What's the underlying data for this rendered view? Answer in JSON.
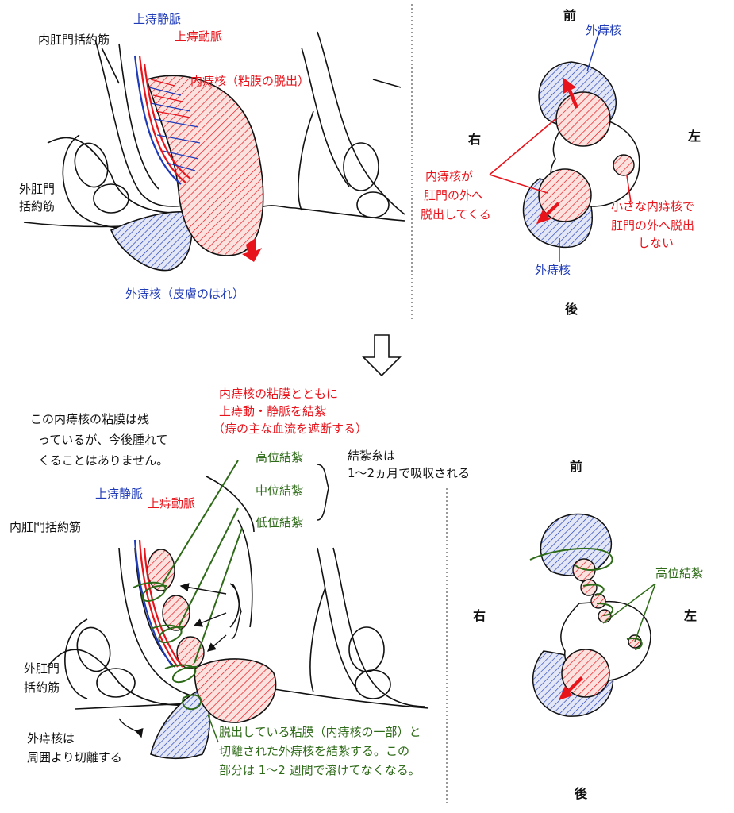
{
  "colors": {
    "line": "#111111",
    "vein": "#1f3bb8",
    "artery": "#e8141c",
    "ligature": "#2e6b18",
    "internal_fill": "#f6c9c5",
    "external_fill": "#c8d0ea"
  },
  "top_left": {
    "internal_sphincter": "内肛門括約筋",
    "upper_vein": "上痔静脈",
    "upper_artery": "上痔動脈",
    "internal_hemorrhoid": "内痔核（粘膜の脱出）",
    "external_sphincter_line1": "外肛門",
    "external_sphincter_line2": "括約筋",
    "external_hemorrhoid": "外痔核（皮膚のはれ）"
  },
  "top_right": {
    "front": "前",
    "back": "後",
    "right": "右",
    "left": "左",
    "external_top": "外痔核",
    "external_bottom": "外痔核",
    "prolapse_line1": "内痔核が",
    "prolapse_line2": "肛門の外へ",
    "prolapse_line3": "脱出してくる",
    "small_line1": "小さな内痔核で",
    "small_line2": "肛門の外へ脱出",
    "small_line3": "しない"
  },
  "bottom_left": {
    "ligate_line1": "内痔核の粘膜とともに",
    "ligate_line2": "上痔動・静脈を結紮",
    "ligate_line3": "（痔の主な血流を遮断する）",
    "remain_line1": "この内痔核の粘膜は残",
    "remain_line2": "っているが、今後腫れて",
    "remain_line3": "くることはありません。",
    "high": "高位結紮",
    "mid": "中位結紮",
    "low": "低位結紮",
    "absorb_line1": "結紮糸は",
    "absorb_line2": "1～2ヵ月で吸収される",
    "upper_vein": "上痔静脈",
    "upper_artery": "上痔動脈",
    "internal_sphincter": "内肛門括約筋",
    "external_sphincter_line1": "外肛門",
    "external_sphincter_line2": "括約筋",
    "cut_line1": "外痔核は",
    "cut_line2": "周囲より切離する",
    "bottom_line1": "脱出している粘膜（内痔核の一部）と",
    "bottom_line2": "切離された外痔核を結紮する。この",
    "bottom_line3": "部分は 1～2 週間で溶けてなくなる。"
  },
  "bottom_right": {
    "front": "前",
    "back": "後",
    "right": "右",
    "left": "左",
    "high": "高位結紮"
  }
}
